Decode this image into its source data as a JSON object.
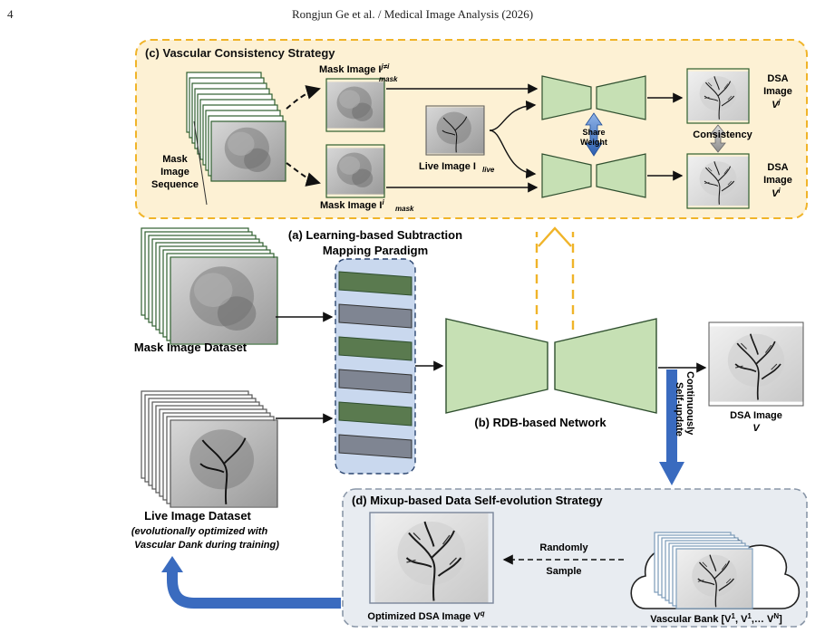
{
  "header": {
    "page_number": "4",
    "running_head": "Rongjun Ge et al. / Medical Image Analysis (2026)"
  },
  "panel_c": {
    "title": "(c) Vascular Consistency Strategy",
    "mask_top_label": "Mask Image I",
    "mask_top_sub": "mask",
    "mask_top_sup": "j≠i",
    "mask_bottom_label": "Mask Image I",
    "mask_bottom_sub": "mask",
    "mask_bottom_sup": "i",
    "sequence_label": [
      "Mask",
      "Image",
      "Sequence"
    ],
    "live_label": "Live Image I",
    "live_sub": "live",
    "share_weight": [
      "Share",
      "Weight"
    ],
    "consistency": "Consistency",
    "dsa_top": [
      "DSA",
      "Image",
      "V"
    ],
    "dsa_top_sup": "j",
    "dsa_bottom": [
      "DSA",
      "Image",
      "V"
    ],
    "dsa_bottom_sup": "i"
  },
  "panel_a": {
    "title": [
      "(a) Learning-based Subtraction",
      "Mapping Paradigm"
    ],
    "mask_dataset": "Mask Image Dataset",
    "live_dataset": "Live Image Dataset",
    "live_note": [
      "(evolutionally optimized with",
      "Vascular Dank during training)"
    ]
  },
  "panel_b": {
    "title": "(b) RDB-based Network",
    "self_update": [
      "Continuously",
      "Self-update"
    ],
    "dsa_out": [
      "DSA Image",
      "V"
    ]
  },
  "panel_d": {
    "title": "(d) Mixup-based Data Self-evolution Strategy",
    "randomly_sample": [
      "Randomly",
      "Sample"
    ],
    "optimized": "Optimized DSA Image V",
    "optimized_sup": "q",
    "bank": "Vascular Bank [V",
    "bank_tail": ", V",
    "bank_tail2": ",… V",
    "bank_end": "]",
    "bank_sup1": "1",
    "bank_sup2": "1",
    "bank_supN": "N"
  },
  "colors": {
    "orange_panel_fill": "#fdf1d4",
    "orange_panel_stroke": "#f0b429",
    "gray_panel_fill": "#e8ecf1",
    "gray_panel_stroke": "#8a97a8",
    "network_green": "#c6e0b4",
    "network_stroke": "#2f4f2f",
    "feature_green": "#5a7a4f",
    "feature_gray": "#7f8592",
    "blue_arrow": "#3a6bbf",
    "dash_orange": "#f0b429"
  }
}
